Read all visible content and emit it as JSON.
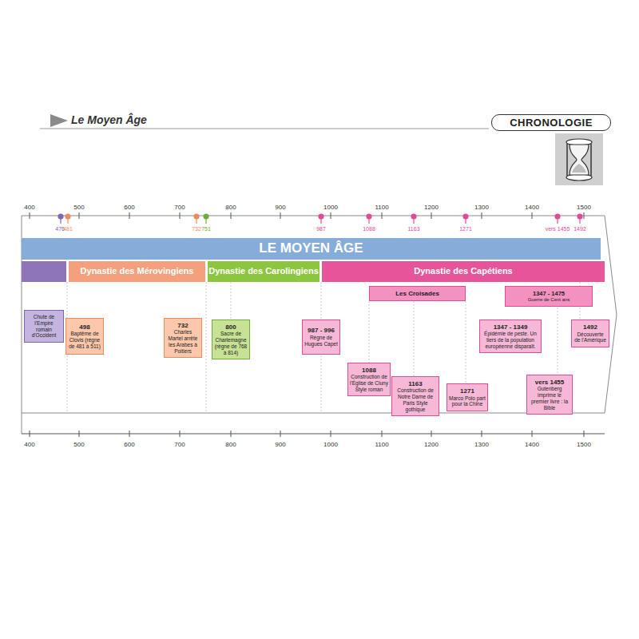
{
  "diagram": {
    "title": "Le Moyen Âge",
    "nodes": [
      {
        "text": [
          "CHRONOLOGIE"
        ]
      },
      {
        "text": [
          "LE MOYEN ÂGE"
        ]
      },
      {
        "text": [
          "Dynastie des Mérovingiens"
        ]
      },
      {
        "text": [
          "Dynastie des Carolingiens"
        ]
      },
      {
        "text": [
          "Dynastie des Capétiens"
        ]
      },
      {
        "text": [
          "Chute de l'Empire romain d'Occident"
        ]
      },
      {
        "text": [
          "498",
          "Baptême de Clovis (règne de 481 à 511)"
        ]
      },
      {
        "text": [
          "Les Croisades"
        ]
      },
      {
        "text": [
          "1347 - 1475",
          "Guerre de Cent ans"
        ]
      },
      {
        "text": [
          "732",
          "Charles Martel arrête les Arabes à Poitiers"
        ]
      },
      {
        "text": [
          "800",
          "Sacre de Charlemagne (règne de 768 à 814)"
        ]
      },
      {
        "text": [
          "987 - 996",
          "Règne de Hugues Capet"
        ]
      },
      {
        "text": [
          "1347 - 1349",
          "Épidémie de peste. Un tiers de la population européenne disparaît."
        ]
      },
      {
        "text": [
          "1492",
          "Découverte de l'Amérique"
        ]
      },
      {
        "text": [
          "1088",
          "Construction de l'Église de Cluny Style roman"
        ]
      },
      {
        "text": [
          "1163",
          "Construction de Notre Dame de Paris Style gothique"
        ]
      },
      {
        "text": [
          "1271",
          "Marco Polo part pour la Chine"
        ]
      },
      {
        "text": [
          "vers 1455",
          "Gutenberg imprime le premier livre : la Bible"
        ]
      }
    ],
    "labels": [
      "400",
      "500",
      "600",
      "700",
      "800",
      "900",
      "1000",
      "1100",
      "1200",
      "1300",
      "1400",
      "1500",
      "476",
      "481",
      "732",
      "751",
      "987",
      "1088",
      "1163",
      "1271",
      "vers 1455",
      "1492",
      "400",
      "500",
      "600",
      "700",
      "800",
      "900",
      "1000",
      "1100",
      "1200",
      "1300",
      "1400",
      "1500"
    ]
  }
}
